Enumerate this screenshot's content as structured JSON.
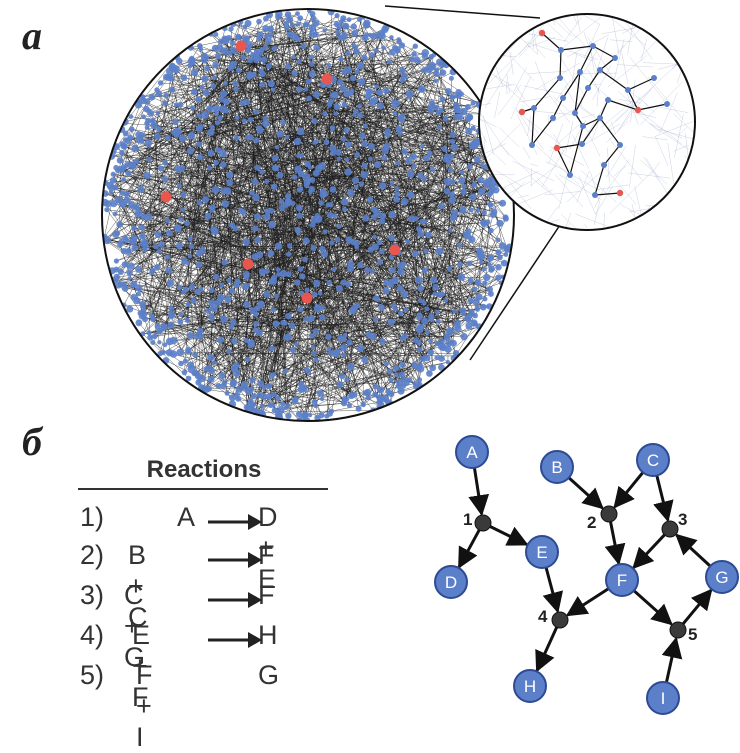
{
  "panel_a": {
    "label": "a"
  },
  "panel_b": {
    "label": "б"
  },
  "reactions": {
    "title": "Reactions",
    "rows": [
      {
        "num": "1)",
        "lhs": "A",
        "rhs": "D + E"
      },
      {
        "num": "2)",
        "lhs": "B + C",
        "rhs": "F"
      },
      {
        "num": "3)",
        "lhs": "C + G",
        "rhs": "F"
      },
      {
        "num": "4)",
        "lhs": "E + F",
        "rhs": "H"
      },
      {
        "num": "5)",
        "lhs": "F + I",
        "rhs": "G"
      }
    ]
  },
  "graph": {
    "species": [
      "A",
      "B",
      "C",
      "D",
      "E",
      "F",
      "G",
      "H",
      "I"
    ],
    "reaction_nodes": [
      "1",
      "2",
      "3",
      "4",
      "5"
    ],
    "colors": {
      "species": "#5b7fc9",
      "species_outline": "#2d4a93",
      "reaction": "#3a3a3a",
      "red_node": "#e8574f",
      "edge": "#111111"
    }
  }
}
